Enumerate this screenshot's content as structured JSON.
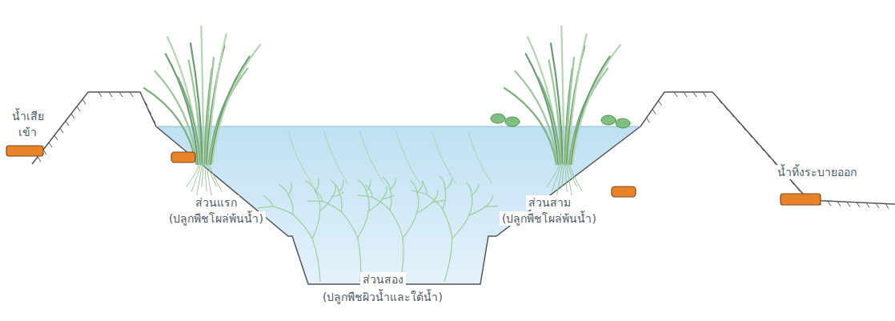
{
  "diagram": {
    "labels": [
      "น้ำเสีย",
      "เข้า",
      "ส่วนแรก",
      "(ปลูกพืชโผล่พ้นน้ำ)",
      "ส่วนสอง",
      "(ปลูกพืชผิวน้ำและใต้น้ำ)",
      "ส่วนสาม",
      "(ปลูกพืชโผล่พ้นน้ำ)",
      "น้ำทิ้งระบายออก"
    ]
  }
}
